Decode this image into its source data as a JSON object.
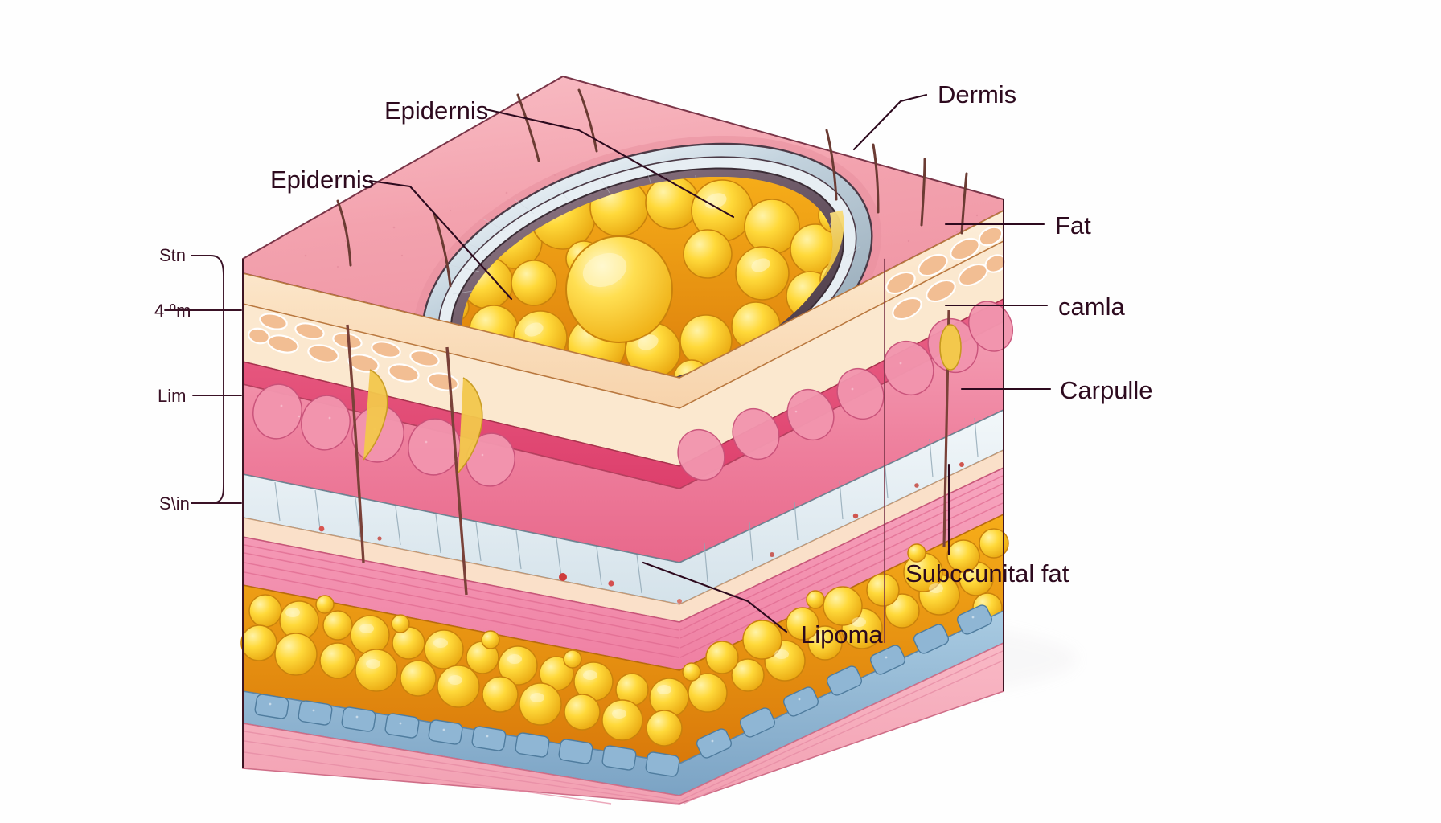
{
  "diagram": {
    "title": "Lipoma subcutaneous skin cross-section",
    "background_color": "#ffffff",
    "label_color": "#2d0a1e"
  },
  "labels": {
    "epidermis_upper": "Epidernis",
    "epidermis_lower": "Epidernis",
    "dermis": "Dermis",
    "fat": "Fat",
    "camla": "camla",
    "carpulle": "Carpulle",
    "subcutaneous_fat": "Subccunital fat",
    "lipoma": "Lipoma"
  },
  "scale_labels": {
    "top": "Stn",
    "second": "4 ⁰m",
    "third": "Lim",
    "bottom": "S\\in"
  },
  "palette": {
    "skin_surface": "#f4a6b0",
    "epidermis_pale": "#fbe3c8",
    "dermis_pink": "#ef7f9b",
    "dermis_deep": "#e35a80",
    "collagen_white": "#dfe9ef",
    "muscle_pink": "#f191ad",
    "fat_yellow": "#f7c914",
    "fat_highlight": "#ffe77a",
    "fat_shadow": "#e59a12",
    "capsule_grey": "#b9c8d2",
    "capsule_dark": "#6f5a66",
    "capsule_yellow": "#f0c94a",
    "vessel_blue": "#8fb8d6",
    "vessel_blue_dark": "#6d96b8",
    "hair_brown": "#6b3b33",
    "outline": "#5a2236"
  }
}
